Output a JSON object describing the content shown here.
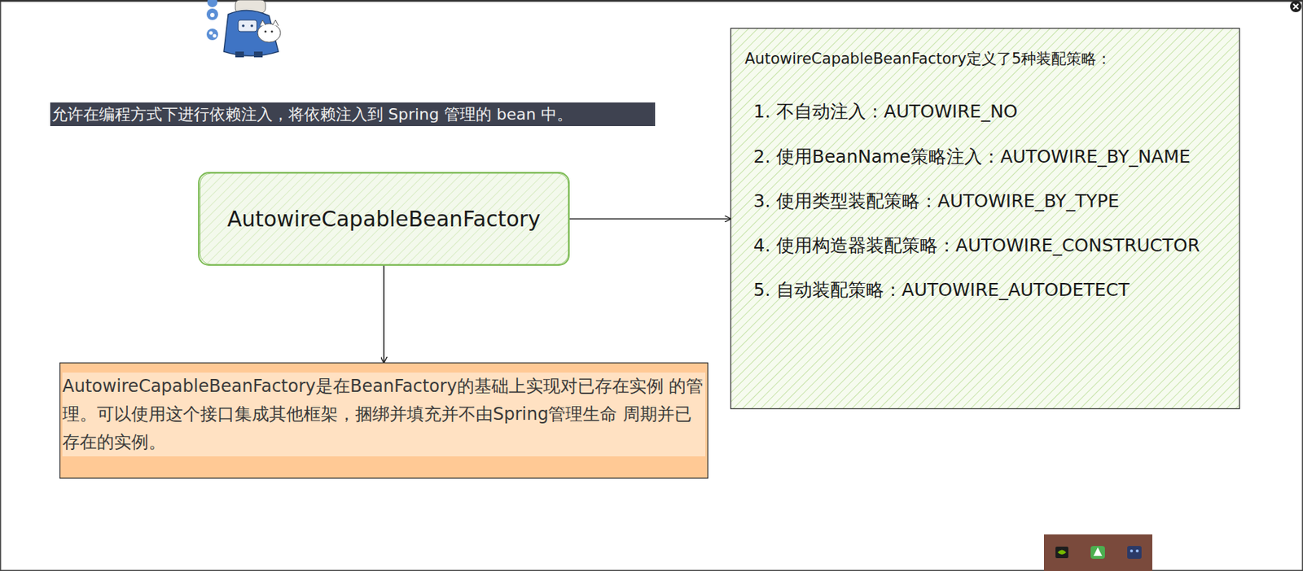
{
  "diagram": {
    "nodes": [
      {
        "text": [
          "AutowireCapableBeanFactory"
        ]
      },
      {
        "text": [
          "AutowireCapableBeanFactory定义了5种装配策略：",
          "1. 不自动注入：AUTOWIRE_NO",
          "2. 使用BeanName策略注入：AUTOWIRE_BY_NAME",
          "3. 使用类型装配策略：AUTOWIRE_BY_TYPE",
          "4. 使用构造器装配策略：AUTOWIRE_CONSTRUCTOR",
          "5. 自动装配策略：AUTOWIRE_AUTODETECT"
        ]
      },
      {
        "text": [
          "AutowireCapableBeanFactory是在BeanFactory的基础上实现对已存在实例 的管理。可以使用这个接口集成其他框架，捆绑并填充并不由Spring管理生命 周期并已存在的实例。"
        ]
      }
    ],
    "edges": [
      {
        "from": 0,
        "to": 1,
        "arrow": "to"
      },
      {
        "from": 0,
        "to": 2,
        "arrow": "to"
      }
    ],
    "labels": [
      "允许在编程方式下进行依赖注入，将依赖注入到 Spring 管理的 bean 中。"
    ]
  }
}
